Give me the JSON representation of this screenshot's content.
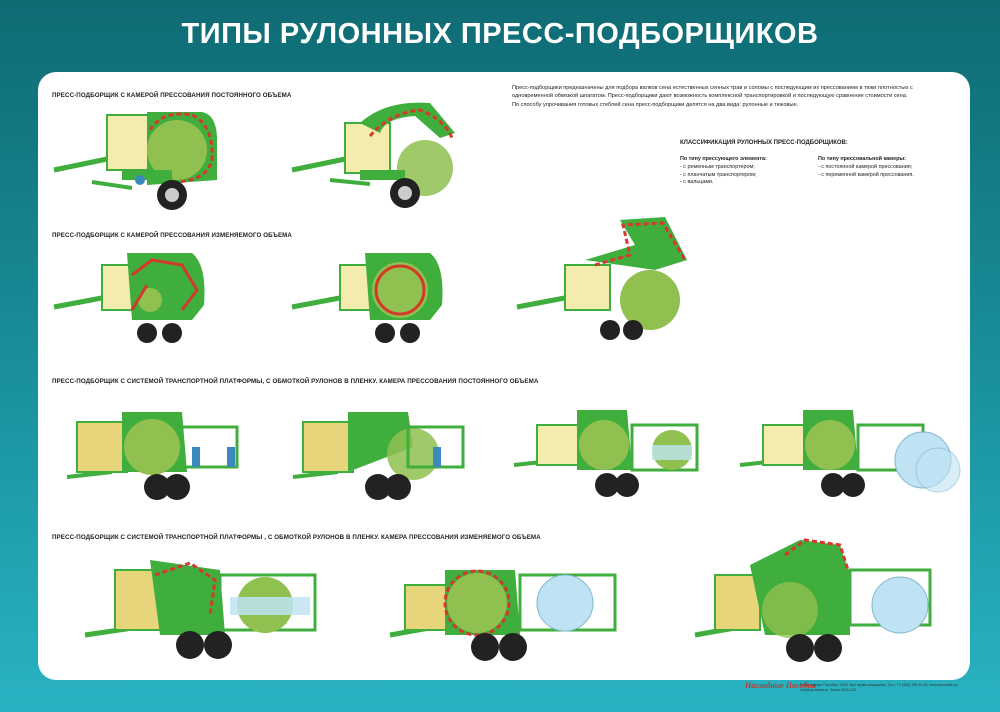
{
  "title": "ТИПЫ РУЛОННЫХ ПРЕСС-ПОДБОРЩИКОВ",
  "sections": [
    "ПРЕСС-ПОДБОРЩИК С КАМЕРОЙ ПРЕССОВАНИЯ ПОСТОЯННОГО ОБЪЕМА",
    "ПРЕСС-ПОДБОРЩИК С КАМЕРОЙ ПРЕССОВАНИЯ ИЗМЕНЯЕМОГО ОБЪЕМА",
    "ПРЕСС-ПОДБОРЩИК С СИСТЕМОЙ ТРАНСПОРТНОЙ ПЛАТФОРМЫ, С ОБМОТКОЙ РУЛОНОВ В ПЛЕНКУ. КАМЕРА ПРЕССОВАНИЯ ПОСТОЯННОГО ОБЪЕМА",
    "ПРЕСС-ПОДБОРЩИК С СИСТЕМОЙ ТРАНСПОРТНОЙ ПЛАТФОРМЫ , С ОБМОТКОЙ РУЛОНОВ В ПЛЕНКУ. КАМЕРА ПРЕССОВАНИЯ ИЗМЕНЯЕМОГО ОБЪЕМА"
  ],
  "intro": {
    "p1": "Пресс-подборщики предназначены для подбора валков сена естественных сенных трав и соломы с последующим их прессованием в тюки плотностью с одновременной обвязкой шпагатом. Пресс-подборщики дают возможность комплексной транспортировкой и последующую сравнение стоимости сена.",
    "p2": "По способу упрочивания готовых стеблей сена пресс-подборщики делятся на два вида: рулонные и тюковые."
  },
  "classification": {
    "title": "КЛАССИФИКАЦИЯ РУЛОННЫХ ПРЕСС-ПОДБОРЩИКОВ:",
    "left": {
      "heading": "По типу прессующего элемента:",
      "items": [
        "- с ременным транспортером;",
        "- с планчатым транспортером;",
        "- с вальцами."
      ]
    },
    "right": {
      "heading": "По типу прессовальной камеры:",
      "items": [
        "- с постоянной камерой прессования;",
        "- с переменной камерой прессования."
      ]
    }
  },
  "footer": {
    "logo": "Наглядные Пособия",
    "text": "© Наглядные Пособия, 2016. Все права защищены. Тел.: +7 (495) 755-30-38. www.nposobie.ru, info@nposobie.ru. Заказ 2016-123"
  },
  "colors": {
    "bg_top": "#0f6b74",
    "bg_bottom": "#29b3c2",
    "machine_green": "#3fae3c",
    "body_yellow": "#f3ecae",
    "bale_green": "#8fc050",
    "chain_red": "#d23a2c",
    "film_blue": "#bfe3f2"
  }
}
